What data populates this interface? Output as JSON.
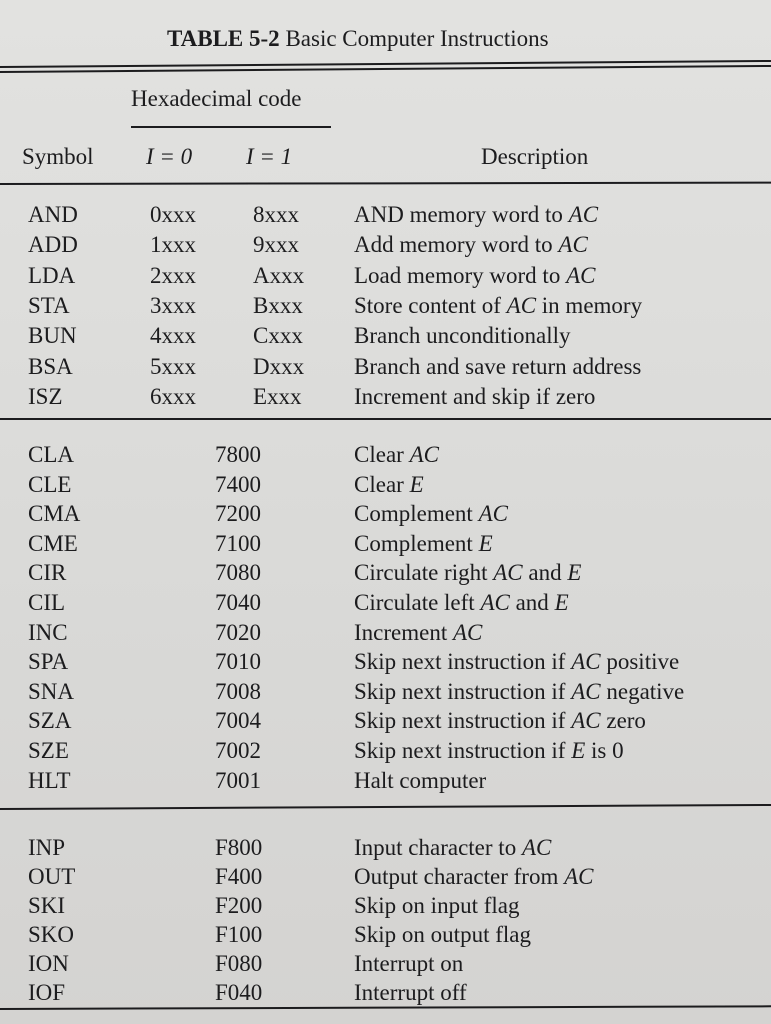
{
  "table": {
    "title_number": "TABLE 5-2",
    "title_text": "Basic Computer Instructions",
    "hex_header": "Hexadecimal code",
    "columns": {
      "symbol": "Symbol",
      "i0": "I = 0",
      "i1": "I = 1",
      "description": "Description"
    },
    "memory_reference": [
      {
        "symbol": "AND",
        "i0": "0xxx",
        "i1": "8xxx",
        "description": "AND memory word to AC"
      },
      {
        "symbol": "ADD",
        "i0": "1xxx",
        "i1": "9xxx",
        "description": "Add memory word to AC"
      },
      {
        "symbol": "LDA",
        "i0": "2xxx",
        "i1": "Axxx",
        "description": "Load memory word to AC"
      },
      {
        "symbol": "STA",
        "i0": "3xxx",
        "i1": "Bxxx",
        "description": "Store content of AC in memory"
      },
      {
        "symbol": "BUN",
        "i0": "4xxx",
        "i1": "Cxxx",
        "description": "Branch unconditionally"
      },
      {
        "symbol": "BSA",
        "i0": "5xxx",
        "i1": "Dxxx",
        "description": "Branch and save return address"
      },
      {
        "symbol": "ISZ",
        "i0": "6xxx",
        "i1": "Exxx",
        "description": "Increment and skip if zero"
      }
    ],
    "register_reference": [
      {
        "symbol": "CLA",
        "code": "7800",
        "description": "Clear AC"
      },
      {
        "symbol": "CLE",
        "code": "7400",
        "description": "Clear E"
      },
      {
        "symbol": "CMA",
        "code": "7200",
        "description": "Complement AC"
      },
      {
        "symbol": "CME",
        "code": "7100",
        "description": "Complement E"
      },
      {
        "symbol": "CIR",
        "code": "7080",
        "description": "Circulate right AC and E"
      },
      {
        "symbol": "CIL",
        "code": "7040",
        "description": "Circulate left AC and E"
      },
      {
        "symbol": "INC",
        "code": "7020",
        "description": "Increment AC"
      },
      {
        "symbol": "SPA",
        "code": "7010",
        "description": "Skip next instruction if AC positive"
      },
      {
        "symbol": "SNA",
        "code": "7008",
        "description": "Skip next instruction if AC negative"
      },
      {
        "symbol": "SZA",
        "code": "7004",
        "description": "Skip next instruction if AC zero"
      },
      {
        "symbol": "SZE",
        "code": "7002",
        "description": "Skip next instruction if E is 0"
      },
      {
        "symbol": "HLT",
        "code": "7001",
        "description": "Halt computer"
      }
    ],
    "io_reference": [
      {
        "symbol": "INP",
        "code": "F800",
        "description": "Input character to AC"
      },
      {
        "symbol": "OUT",
        "code": "F400",
        "description": "Output character from AC"
      },
      {
        "symbol": "SKI",
        "code": "F200",
        "description": "Skip on input flag"
      },
      {
        "symbol": "SKO",
        "code": "F100",
        "description": "Skip on output flag"
      },
      {
        "symbol": "ION",
        "code": "F080",
        "description": "Interrupt on"
      },
      {
        "symbol": "IOF",
        "code": "F040",
        "description": "Interrupt off"
      }
    ]
  }
}
